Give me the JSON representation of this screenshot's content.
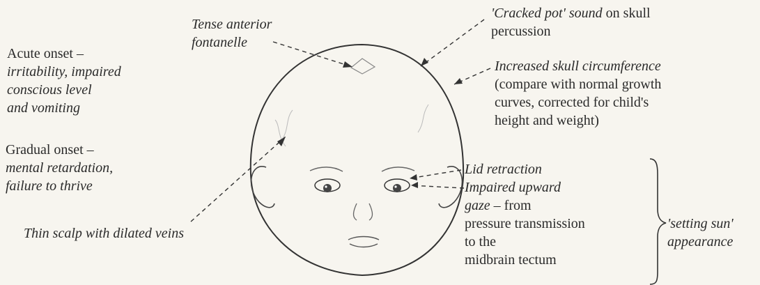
{
  "labels": {
    "tense_fontanelle": {
      "line1": "Tense anterior",
      "line2": "fontanelle"
    },
    "cracked_pot": {
      "italic": "'Cracked pot' sound",
      "rest": " on skull",
      "line2": "percussion"
    },
    "acute_onset": {
      "heading": "Acute onset –",
      "line2": "irritability, impaired",
      "line3": "conscious level",
      "line4": "and vomiting"
    },
    "skull_circumference": {
      "italic": "Increased skull circumference",
      "line2": "(compare with normal growth",
      "line3": "curves, corrected for child's",
      "line4": "height and weight)"
    },
    "gradual_onset": {
      "heading": "Gradual onset –",
      "line2": "mental retardation,",
      "line3": "failure to thrive"
    },
    "lid_retraction": "Lid retraction",
    "upward_gaze": {
      "line1": "Impaired upward",
      "line2_italic": "gaze",
      "line2_rest": " – from",
      "line3": "pressure transmission",
      "line4": "to the",
      "line5": "midbrain tectum"
    },
    "setting_sun": {
      "line1": "'setting sun'",
      "line2": "appearance"
    },
    "thin_scalp": "Thin scalp with dilated veins"
  }
}
